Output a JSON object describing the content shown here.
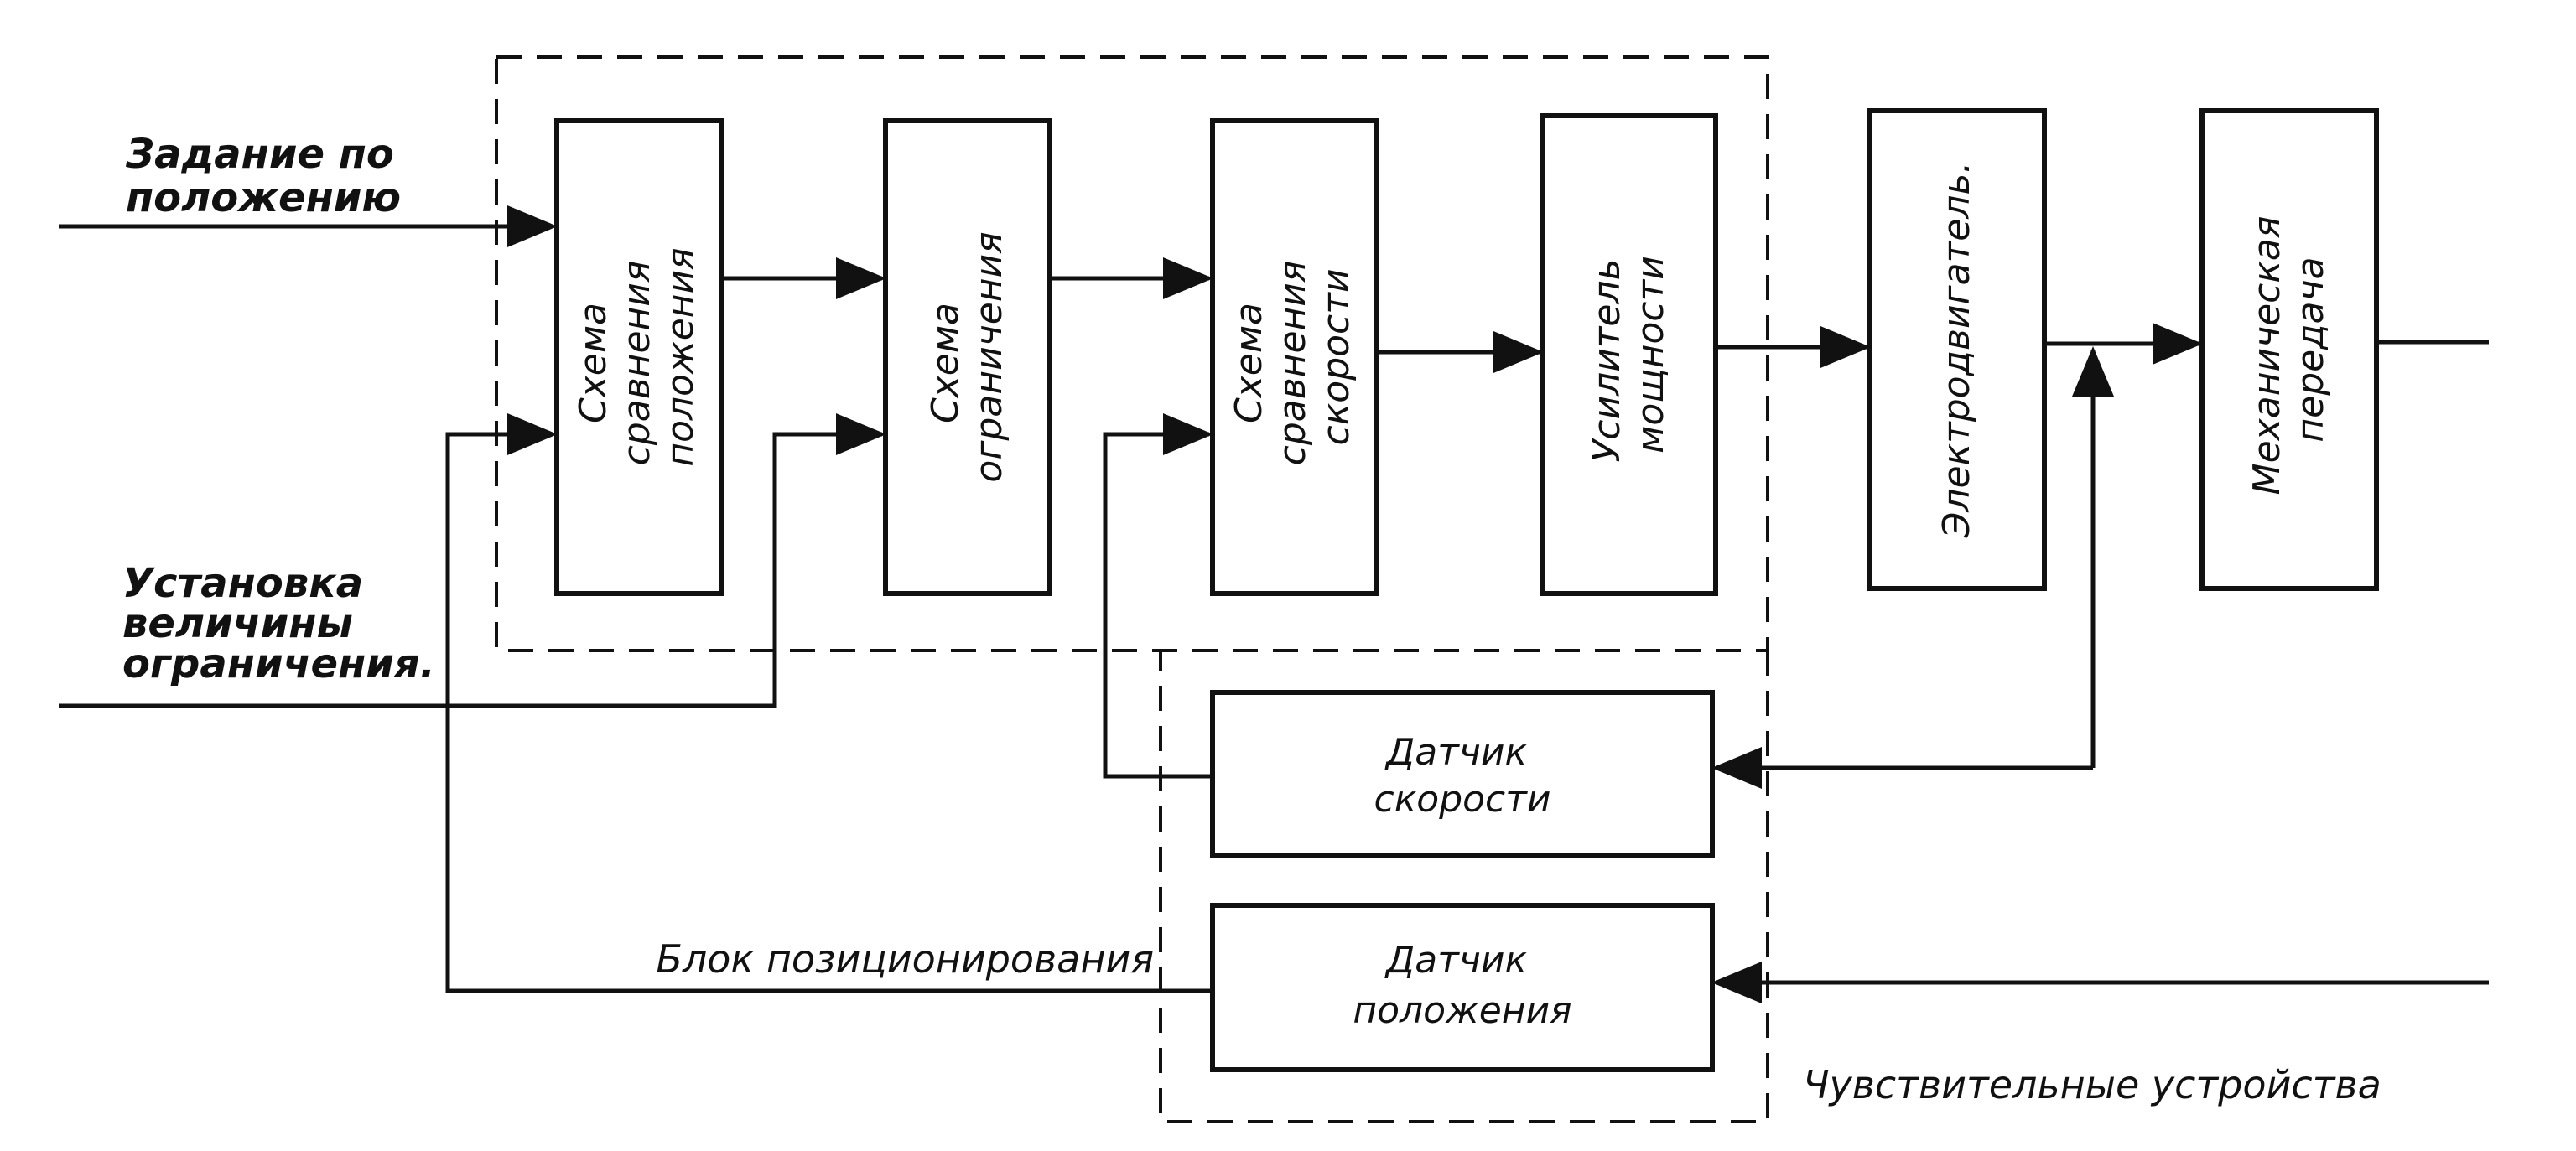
{
  "inputs": {
    "position_setpoint": [
      "Задание по",
      "положению"
    ],
    "limit_setting": [
      "Установка",
      "величины",
      "ограничения."
    ]
  },
  "blocks": {
    "position_comparison": [
      "Схема",
      "сравнения",
      "положения"
    ],
    "limiting": [
      "Схема",
      "ограничения"
    ],
    "speed_comparison": [
      "Схема",
      "сравнения",
      "скорости"
    ],
    "power_amplifier": [
      "Усилитель",
      "мощности"
    ],
    "electric_motor": [
      "Электродвигатель."
    ],
    "mechanical_transmission": [
      "Механическая",
      "передача"
    ],
    "speed_sensor": [
      "Датчик",
      "скорости"
    ],
    "position_sensor": [
      "Датчик",
      "положения"
    ]
  },
  "groups": {
    "positioning_unit": "Блок позиционирования",
    "sensing_devices": "Чувствительные устройства"
  }
}
